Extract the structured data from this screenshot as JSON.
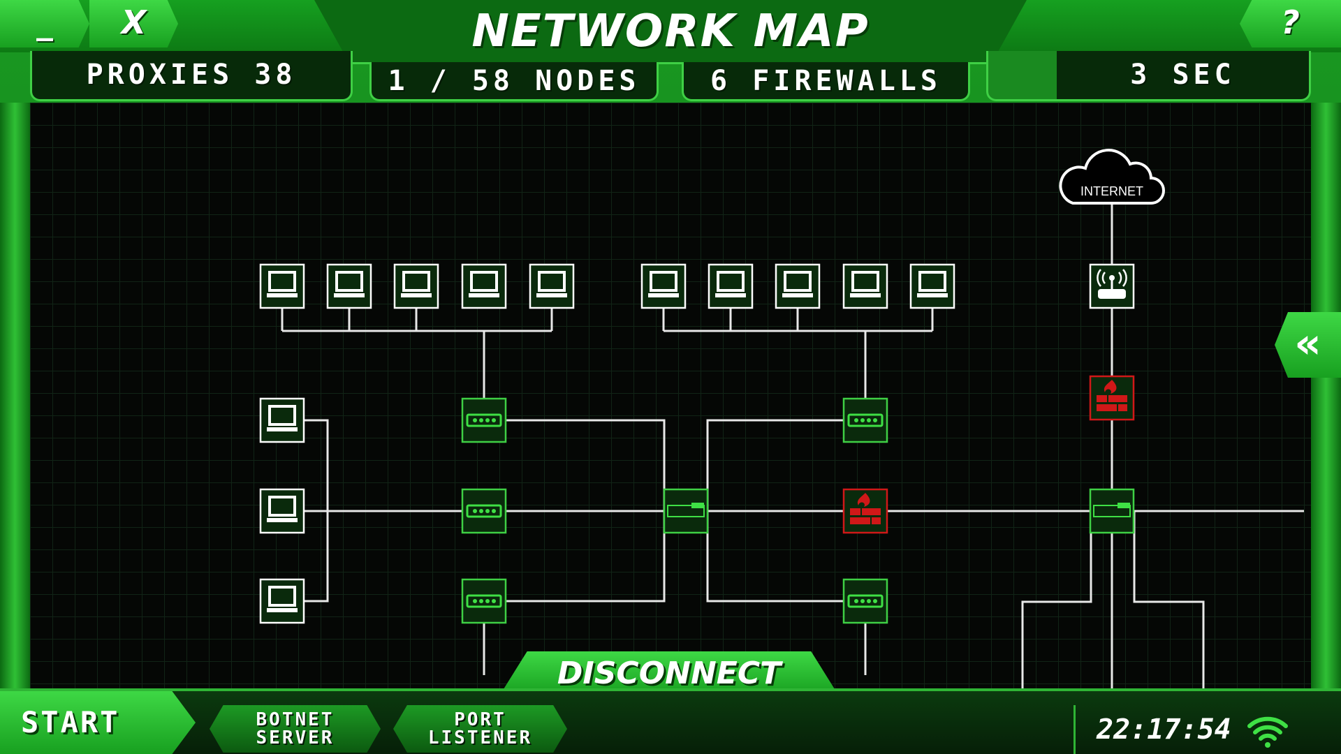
{
  "window": {
    "minimize_label": "_",
    "close_label": "X",
    "help_label": "?",
    "title": "NETWORK MAP"
  },
  "stats": {
    "proxies": "PROXIES 38",
    "nodes": "1 / 58 NODES",
    "firewalls": "6 FIREWALLS",
    "timer": "3 SEC"
  },
  "map": {
    "internet_label": "INTERNET"
  },
  "bottom": {
    "start_label": "START",
    "botnet_line1": "BOTNET",
    "botnet_line2": "SERVER",
    "port_line1": "PORT",
    "port_line2": "LISTENER",
    "disconnect_label": "DISCONNECT",
    "clock": "22:17:54"
  },
  "colors": {
    "accent": "#1fb027",
    "firewall": "#c01818",
    "node_bg": "#0a2a0c"
  },
  "icons": [
    "computer-icon",
    "switch-icon",
    "firewall-icon",
    "router-icon",
    "cloud-icon",
    "wifi-icon",
    "collapse-panel-icon"
  ]
}
